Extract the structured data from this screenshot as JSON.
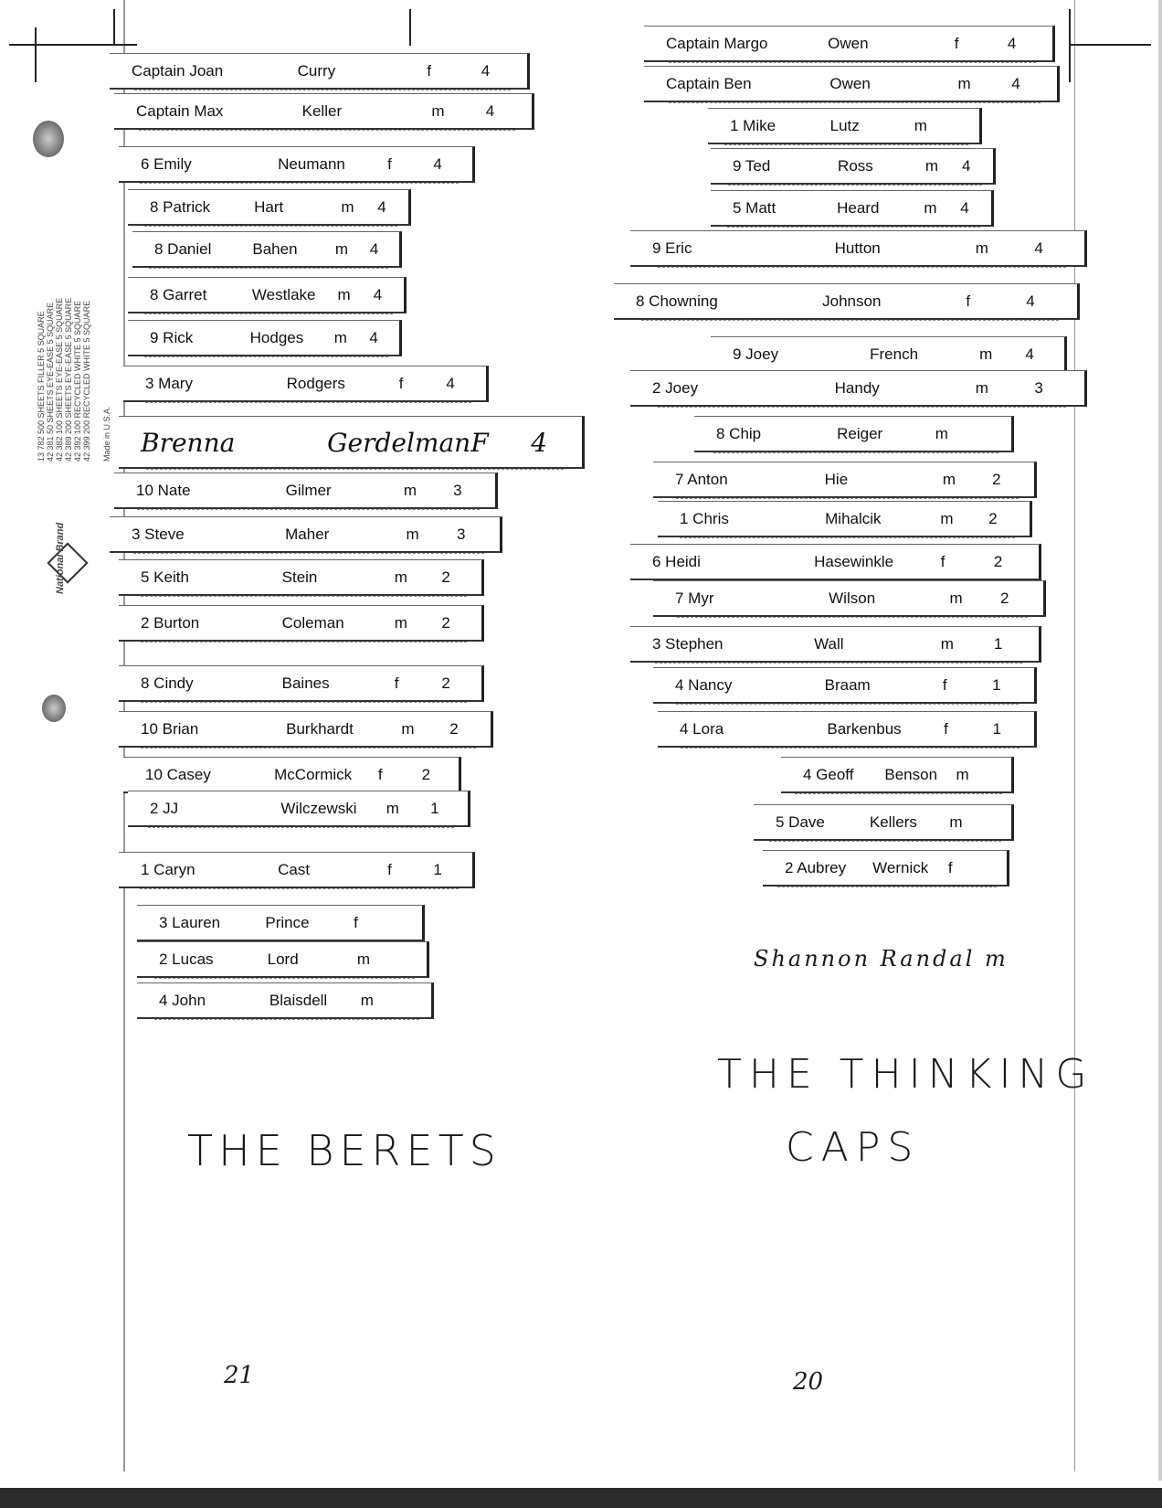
{
  "left_team": {
    "name": "THE BERETS",
    "page_number": "21",
    "members": [
      {
        "first": "Captain  Joan",
        "last": "Curry",
        "gender": "f",
        "year": "4"
      },
      {
        "first": "Captain  Max",
        "last": "Keller",
        "gender": "m",
        "year": "4"
      },
      {
        "first": "6 Emily",
        "last": "Neumann",
        "gender": "f",
        "year": "4"
      },
      {
        "first": "8 Patrick",
        "last": "Hart",
        "gender": "m",
        "year": "4"
      },
      {
        "first": "8 Daniel",
        "last": "Bahen",
        "gender": "m",
        "year": "4"
      },
      {
        "first": "8 Garret",
        "last": "Westlake",
        "gender": "m",
        "year": "4"
      },
      {
        "first": "9 Rick",
        "last": "Hodges",
        "gender": "m",
        "year": "4"
      },
      {
        "first": "3 Mary",
        "last": "Rodgers",
        "gender": "f",
        "year": "4"
      },
      {
        "first": "Brenna",
        "last": "Gerdelman",
        "gender": "F",
        "year": "4"
      },
      {
        "first": "10 Nate",
        "last": "Gilmer",
        "gender": "m",
        "year": "3"
      },
      {
        "first": "3 Steve",
        "last": "Maher",
        "gender": "m",
        "year": "3"
      },
      {
        "first": "5 Keith",
        "last": "Stein",
        "gender": "m",
        "year": "2"
      },
      {
        "first": "2 Burton",
        "last": "Coleman",
        "gender": "m",
        "year": "2"
      },
      {
        "first": "8 Cindy",
        "last": "Baines",
        "gender": "f",
        "year": "2"
      },
      {
        "first": "10 Brian",
        "last": "Burkhardt",
        "gender": "m",
        "year": "2"
      },
      {
        "first": "10 Casey",
        "last": "McCormick",
        "gender": "f",
        "year": "2"
      },
      {
        "first": "2 JJ",
        "last": "Wilczewski",
        "gender": "m",
        "year": "1"
      },
      {
        "first": "1 Caryn",
        "last": "Cast",
        "gender": "f",
        "year": "1"
      },
      {
        "first": "3 Lauren",
        "last": "Prince",
        "gender": "f",
        "year": ""
      },
      {
        "first": "2 Lucas",
        "last": "Lord",
        "gender": "m",
        "year": ""
      },
      {
        "first": "4 John",
        "last": "Blaisdell",
        "gender": "m",
        "year": ""
      }
    ]
  },
  "right_team": {
    "name_line1": "THE THINKING",
    "name_line2": "CAPS",
    "page_number": "20",
    "handwritten_extra": "Shannon Randal m",
    "members": [
      {
        "first": "Captain  Margo",
        "last": "Owen",
        "gender": "f",
        "year": "4"
      },
      {
        "first": "Captain  Ben",
        "last": "Owen",
        "gender": "m",
        "year": "4"
      },
      {
        "first": "1 Mike",
        "last": "Lutz",
        "gender": "m",
        "year": ""
      },
      {
        "first": "9 Ted",
        "last": "Ross",
        "gender": "m",
        "year": "4"
      },
      {
        "first": "5 Matt",
        "last": "Heard",
        "gender": "m",
        "year": "4"
      },
      {
        "first": "9 Eric",
        "last": "Hutton",
        "gender": "m",
        "year": "4"
      },
      {
        "first": "8 Chowning",
        "last": "Johnson",
        "gender": "f",
        "year": "4"
      },
      {
        "first": "9 Joey",
        "last": "French",
        "gender": "m",
        "year": "4"
      },
      {
        "first": "2 Joey",
        "last": "Handy",
        "gender": "m",
        "year": "3"
      },
      {
        "first": "8 Chip",
        "last": "Reiger",
        "gender": "m",
        "year": ""
      },
      {
        "first": "7 Anton",
        "last": "Hie",
        "gender": "m",
        "year": "2"
      },
      {
        "first": "1 Chris",
        "last": "Mihalcik",
        "gender": "m",
        "year": "2"
      },
      {
        "first": "6 Heidi",
        "last": "Hasewinkle",
        "gender": "f",
        "year": "2"
      },
      {
        "first": "7 Myr",
        "last": "Wilson",
        "gender": "m",
        "year": "2"
      },
      {
        "first": "3 Stephen",
        "last": "Wall",
        "gender": "m",
        "year": "1"
      },
      {
        "first": "4 Nancy",
        "last": "Braam",
        "gender": "f",
        "year": "1"
      },
      {
        "first": "4 Lora",
        "last": "Barkenbus",
        "gender": "f",
        "year": "1"
      },
      {
        "first": "4 Geoff",
        "last": "Benson",
        "gender": "m",
        "year": ""
      },
      {
        "first": "5 Dave",
        "last": "Kellers",
        "gender": "m",
        "year": ""
      },
      {
        "first": "2 Aubrey",
        "last": "Wernick",
        "gender": "f",
        "year": ""
      }
    ]
  },
  "pad_margin": {
    "brand": "National Brand",
    "spine_lines": [
      "13 782   500 SHEETS FILLER 5 SQUARE",
      "42 381    50 SHEETS EYE-EASE 5 SQUARE",
      "42 382   100 SHEETS EYE-EASE 5 SQUARE",
      "42 389   200 SHEETS EYE-EASE 5 SQUARE",
      "42 392   100 RECYCLED WHITE 5 SQUARE",
      "42 399   200 RECYCLED WHITE 5 SQUARE",
      "Made in U.S.A."
    ]
  }
}
